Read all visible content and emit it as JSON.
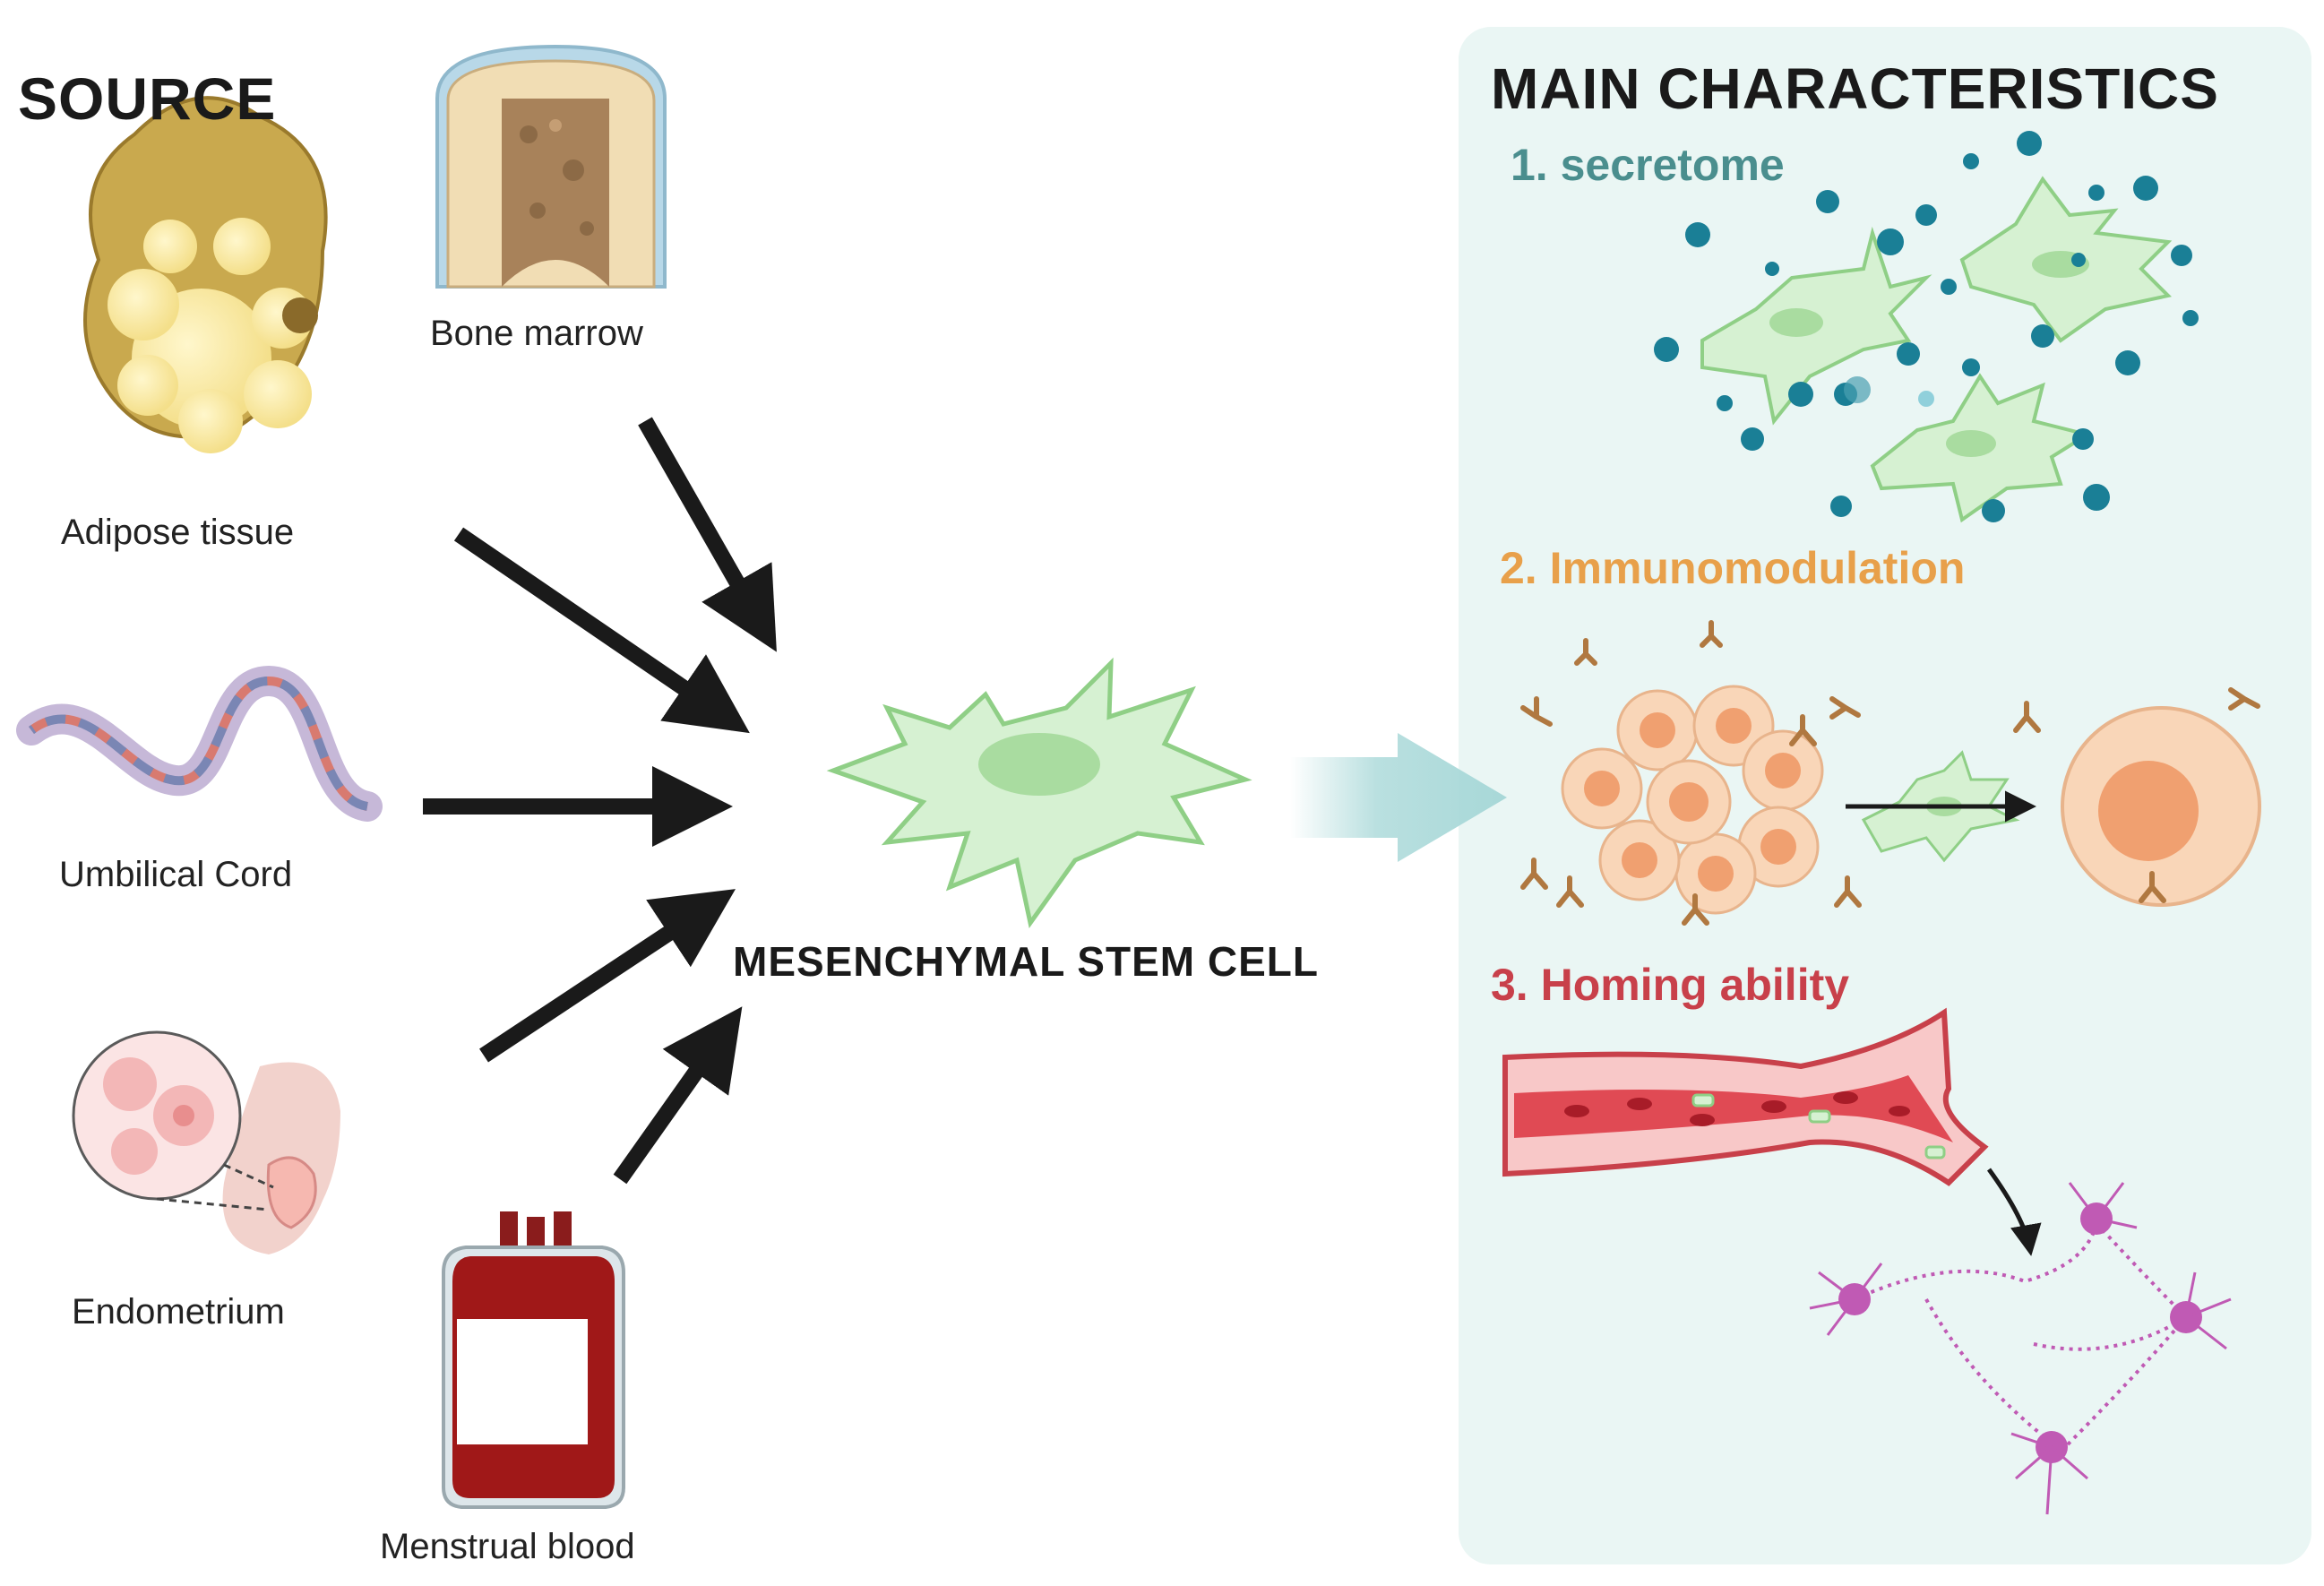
{
  "source": {
    "title": "SOURCE",
    "items": [
      {
        "label": "Bone marrow"
      },
      {
        "label": "Adipose tissue"
      },
      {
        "label": "Umbilical Cord"
      },
      {
        "label": "Endometrium"
      },
      {
        "label": "Menstrual blood"
      }
    ]
  },
  "center": {
    "label": "MESENCHYMAL STEM CELL"
  },
  "characteristics": {
    "title": "MAIN CHARACTERISTICS",
    "items": [
      {
        "label": "1. secretome",
        "color": "#4a8e8e"
      },
      {
        "label": "2. Immunomodulation",
        "color": "#e8a04a"
      },
      {
        "label": "3. Homing ability",
        "color": "#c8404a"
      }
    ]
  },
  "colors": {
    "panel": "#eaf6f4",
    "msc_cell": "#d4f0d0",
    "arrow": "#1a1a1a",
    "big_arrow": "#a8d8d8",
    "secretome_dots": "#1a7f96",
    "immune_cell": "#f7c49e",
    "blood_vessel": "#c8404a",
    "neuron": "#c05ab4"
  }
}
